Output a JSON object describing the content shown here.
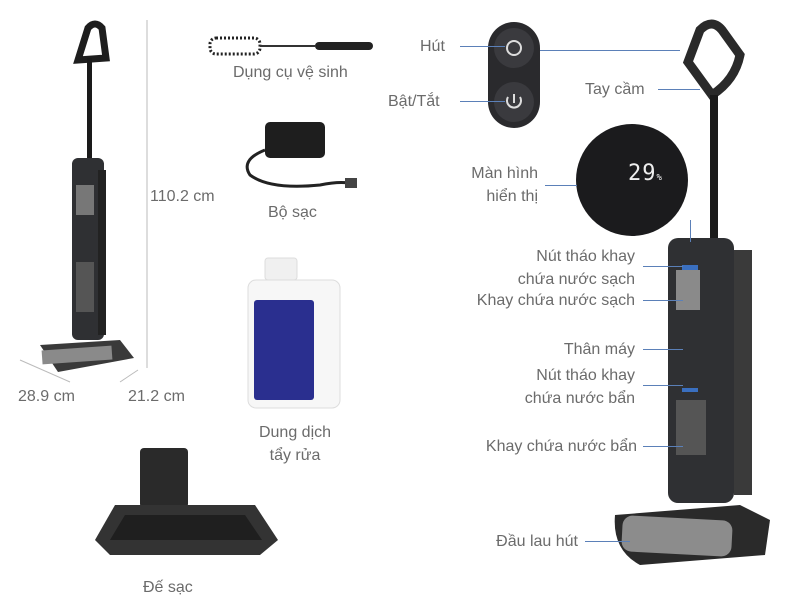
{
  "dimensions": {
    "height": "110.2 cm",
    "length": "28.9 cm",
    "width": "21.2 cm"
  },
  "accessories": {
    "brush": "Dụng cụ vệ sinh",
    "charger": "Bộ sạc",
    "cleaner": [
      "Dung dịch",
      "tẩy rửa"
    ],
    "dock": "Đế sạc"
  },
  "parts": {
    "suction": "Hút",
    "power": "Bật/Tắt",
    "handle": "Tay cầm",
    "display": [
      "Màn hình",
      "hiển thị"
    ],
    "display_value": "29",
    "display_unit": "%",
    "clean_tank_release": [
      "Nút tháo khay",
      "chứa nước sạch"
    ],
    "clean_tank": "Khay chứa nước sạch",
    "body": "Thân máy",
    "dirty_tank_release": [
      "Nút tháo khay",
      "chứa nước bẩn"
    ],
    "dirty_tank": "Khay chứa nước bẩn",
    "head": "Đầu lau hút"
  },
  "colors": {
    "label": "#6b6b6b",
    "leader_line": "#5b80b8",
    "device": "#2b2b2e"
  }
}
